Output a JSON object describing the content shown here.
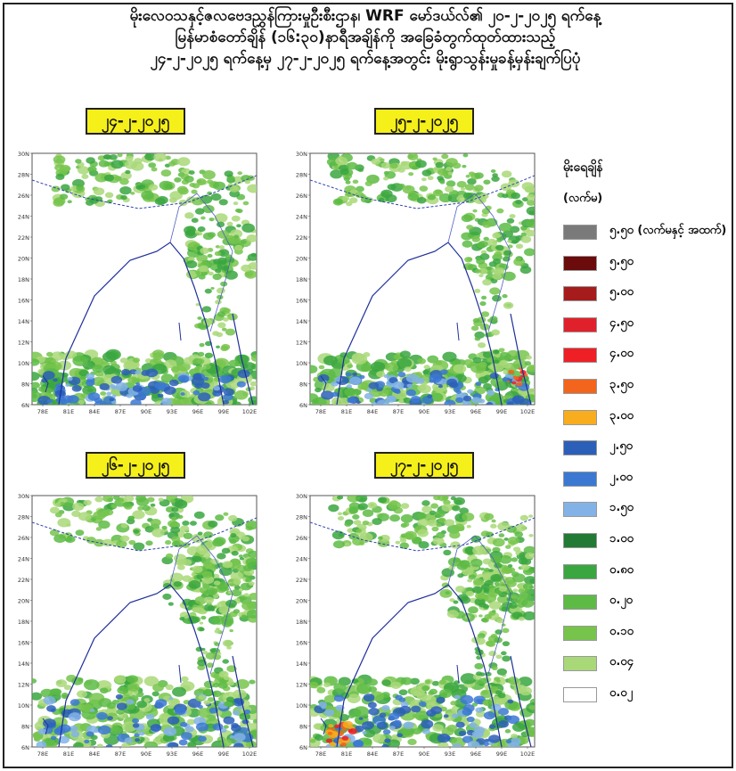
{
  "header": {
    "line1": "မိုးလေဝသနှင့်ဇလဗေဒညွှန်ကြားမှုဦးစီးဌာန၊ WRF မော်ဒယ်လ်၏ ၂၀-၂-၂၀၂၅ ရက်နေ့",
    "line2": "မြန်မာစံတော်ချိန် (၁၆:၃၀)နာရီအချိန်ကို အခြေခံတွက်ထုတ်ထားသည့်",
    "line3": "၂၄-၂-၂၀၂၅ ရက်နေ့မှ ၂၇-၂-၂၀၂၅ ရက်နေ့အတွင်း မိုးရွာသွန်းမှုခန့်မှန်းချက်ပြပုံ"
  },
  "panels": [
    {
      "date": "၂၄-၂-၂၀၂၅"
    },
    {
      "date": "၂၅-၂-၂၀၂၅"
    },
    {
      "date": "၂၆-၂-၂၀၂၅"
    },
    {
      "date": "၂၇-၂-၂၀၂၅"
    }
  ],
  "axes": {
    "lat_labels": [
      "30N",
      "28N",
      "26N",
      "24N",
      "22N",
      "20N",
      "18N",
      "16N",
      "14N",
      "12N",
      "10N",
      "8N",
      "6N"
    ],
    "lon_labels": [
      "78E",
      "81E",
      "84E",
      "87E",
      "90E",
      "93E",
      "96E",
      "99E",
      "102E"
    ]
  },
  "legend": {
    "title": "မိုးရေချိန်",
    "unit": "(လက်မ)",
    "items": [
      {
        "label": "၅.၅၀ (လက်မနှင့် အထက်)",
        "color": "#7a7a7a"
      },
      {
        "label": "၅.၅၀",
        "color": "#6b0b0b"
      },
      {
        "label": "၅.၀၀",
        "color": "#a61b1b"
      },
      {
        "label": "၄.၅၀",
        "color": "#e0212b"
      },
      {
        "label": "၄.၀၀",
        "color": "#ef1f26"
      },
      {
        "label": "၃.၅၀",
        "color": "#f3641c"
      },
      {
        "label": "၃.၀၀",
        "color": "#f7ad1d"
      },
      {
        "label": "၂.၅၀",
        "color": "#2c5fb8"
      },
      {
        "label": "၂.၀၀",
        "color": "#3b78d2"
      },
      {
        "label": "၁.၅၀",
        "color": "#83b3e6"
      },
      {
        "label": "၁.၀၀",
        "color": "#237a34"
      },
      {
        "label": "၀.၈၀",
        "color": "#3aa640"
      },
      {
        "label": "၀.၂၀",
        "color": "#5dbb45"
      },
      {
        "label": "၀.၁၀",
        "color": "#77c44c"
      },
      {
        "label": "၀.၀၄",
        "color": "#a9d879"
      },
      {
        "label": "၀.၀၂",
        "color": "#ffffff"
      }
    ]
  }
}
